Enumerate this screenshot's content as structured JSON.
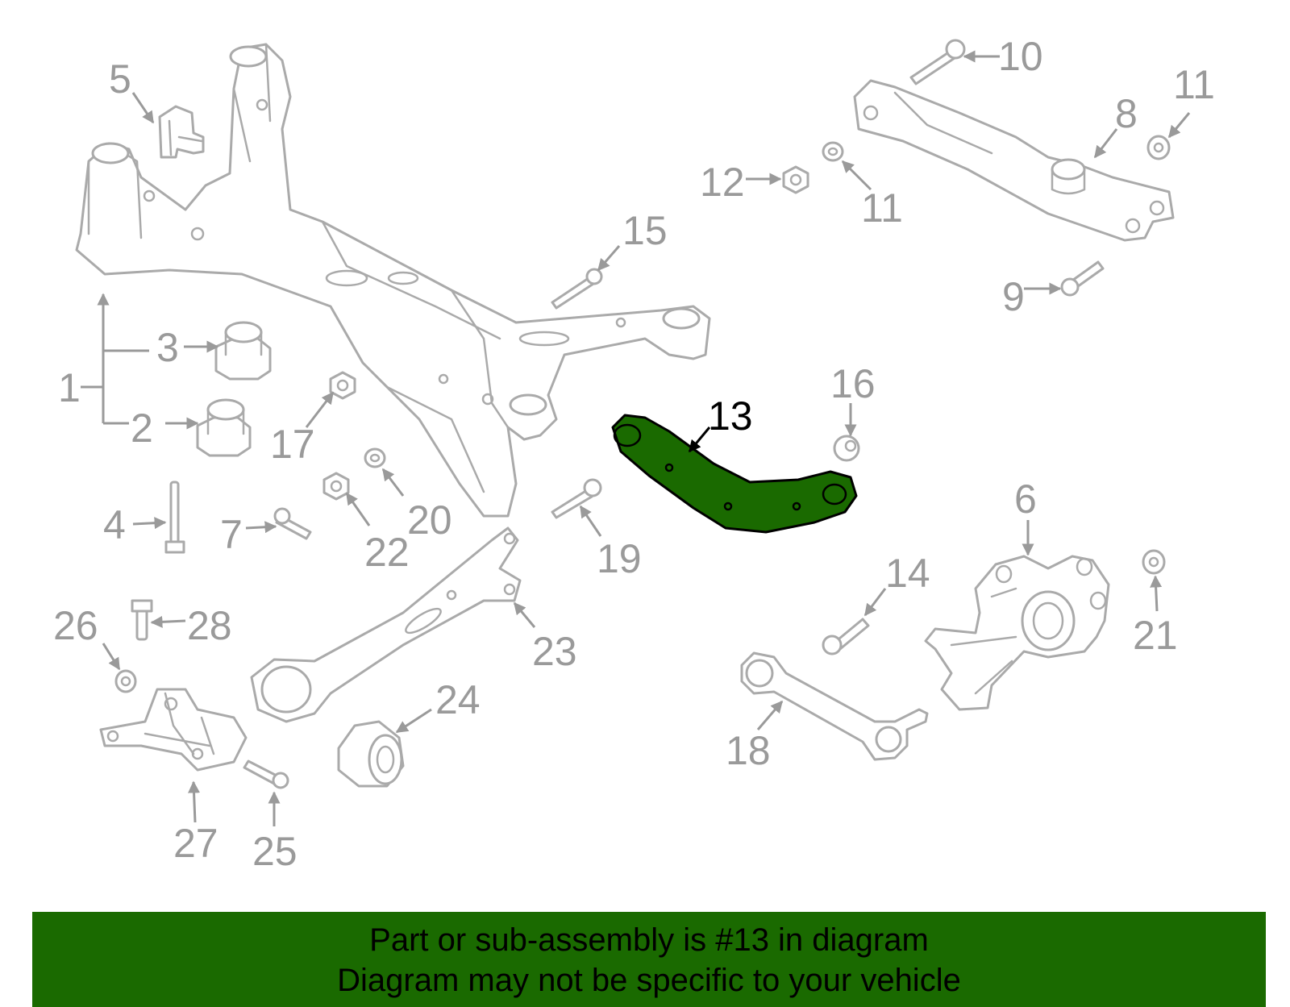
{
  "diagram": {
    "highlighted_part": "13",
    "callouts": [
      "1",
      "2",
      "3",
      "4",
      "5",
      "6",
      "7",
      "8",
      "9",
      "10",
      "11",
      "11",
      "12",
      "13",
      "14",
      "15",
      "16",
      "17",
      "18",
      "19",
      "20",
      "21",
      "22",
      "23",
      "24",
      "25",
      "26",
      "27",
      "28"
    ]
  },
  "banner": {
    "line1": "Part or sub-assembly is #13 in diagram",
    "line2": "Diagram may not be specific to your vehicle"
  },
  "colors": {
    "highlight": "#1a6a00",
    "part_outline": "#aaaaaa",
    "label": "#9a9a9a"
  }
}
